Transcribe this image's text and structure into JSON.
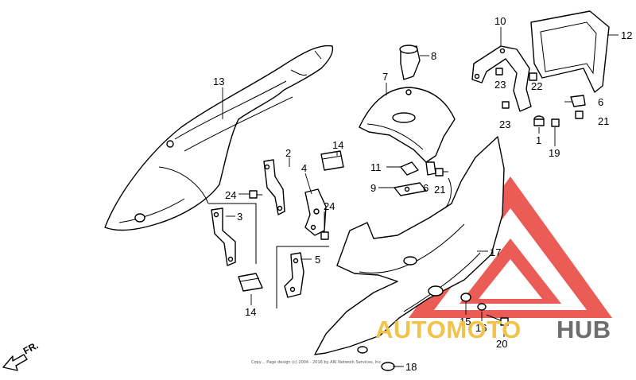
{
  "diagram": {
    "direction_label": "FR.",
    "copyright": "Copy… Page design (c) 2004 - 2016 by ARI Network Services, Inc.",
    "watermark": {
      "brand_left": "AUTOMOTO",
      "brand_right": "HUB",
      "colors": {
        "logo": "#e8403a",
        "left_text": "#f2c24a",
        "right_text": "#6d6d6d"
      }
    },
    "callouts": [
      {
        "id": "c13",
        "label": "13"
      },
      {
        "id": "c2",
        "label": "2"
      },
      {
        "id": "c14a",
        "label": "14"
      },
      {
        "id": "c4",
        "label": "4"
      },
      {
        "id": "c24a",
        "label": "24"
      },
      {
        "id": "c24b",
        "label": "24"
      },
      {
        "id": "c3",
        "label": "3"
      },
      {
        "id": "c14b",
        "label": "14"
      },
      {
        "id": "c5",
        "label": "5"
      },
      {
        "id": "c8",
        "label": "8"
      },
      {
        "id": "c7",
        "label": "7"
      },
      {
        "id": "c11",
        "label": "11"
      },
      {
        "id": "c6a",
        "label": "6"
      },
      {
        "id": "c9",
        "label": "9"
      },
      {
        "id": "c21a",
        "label": "21"
      },
      {
        "id": "c10",
        "label": "10"
      },
      {
        "id": "c12",
        "label": "12"
      },
      {
        "id": "c22",
        "label": "22"
      },
      {
        "id": "c23a",
        "label": "23"
      },
      {
        "id": "c23b",
        "label": "23"
      },
      {
        "id": "c6b",
        "label": "6"
      },
      {
        "id": "c21b",
        "label": "21"
      },
      {
        "id": "c1",
        "label": "1"
      },
      {
        "id": "c19",
        "label": "19"
      },
      {
        "id": "c17",
        "label": "17"
      },
      {
        "id": "c15",
        "label": "15"
      },
      {
        "id": "c16",
        "label": "16"
      },
      {
        "id": "c20",
        "label": "20"
      },
      {
        "id": "c18",
        "label": "18"
      }
    ]
  }
}
